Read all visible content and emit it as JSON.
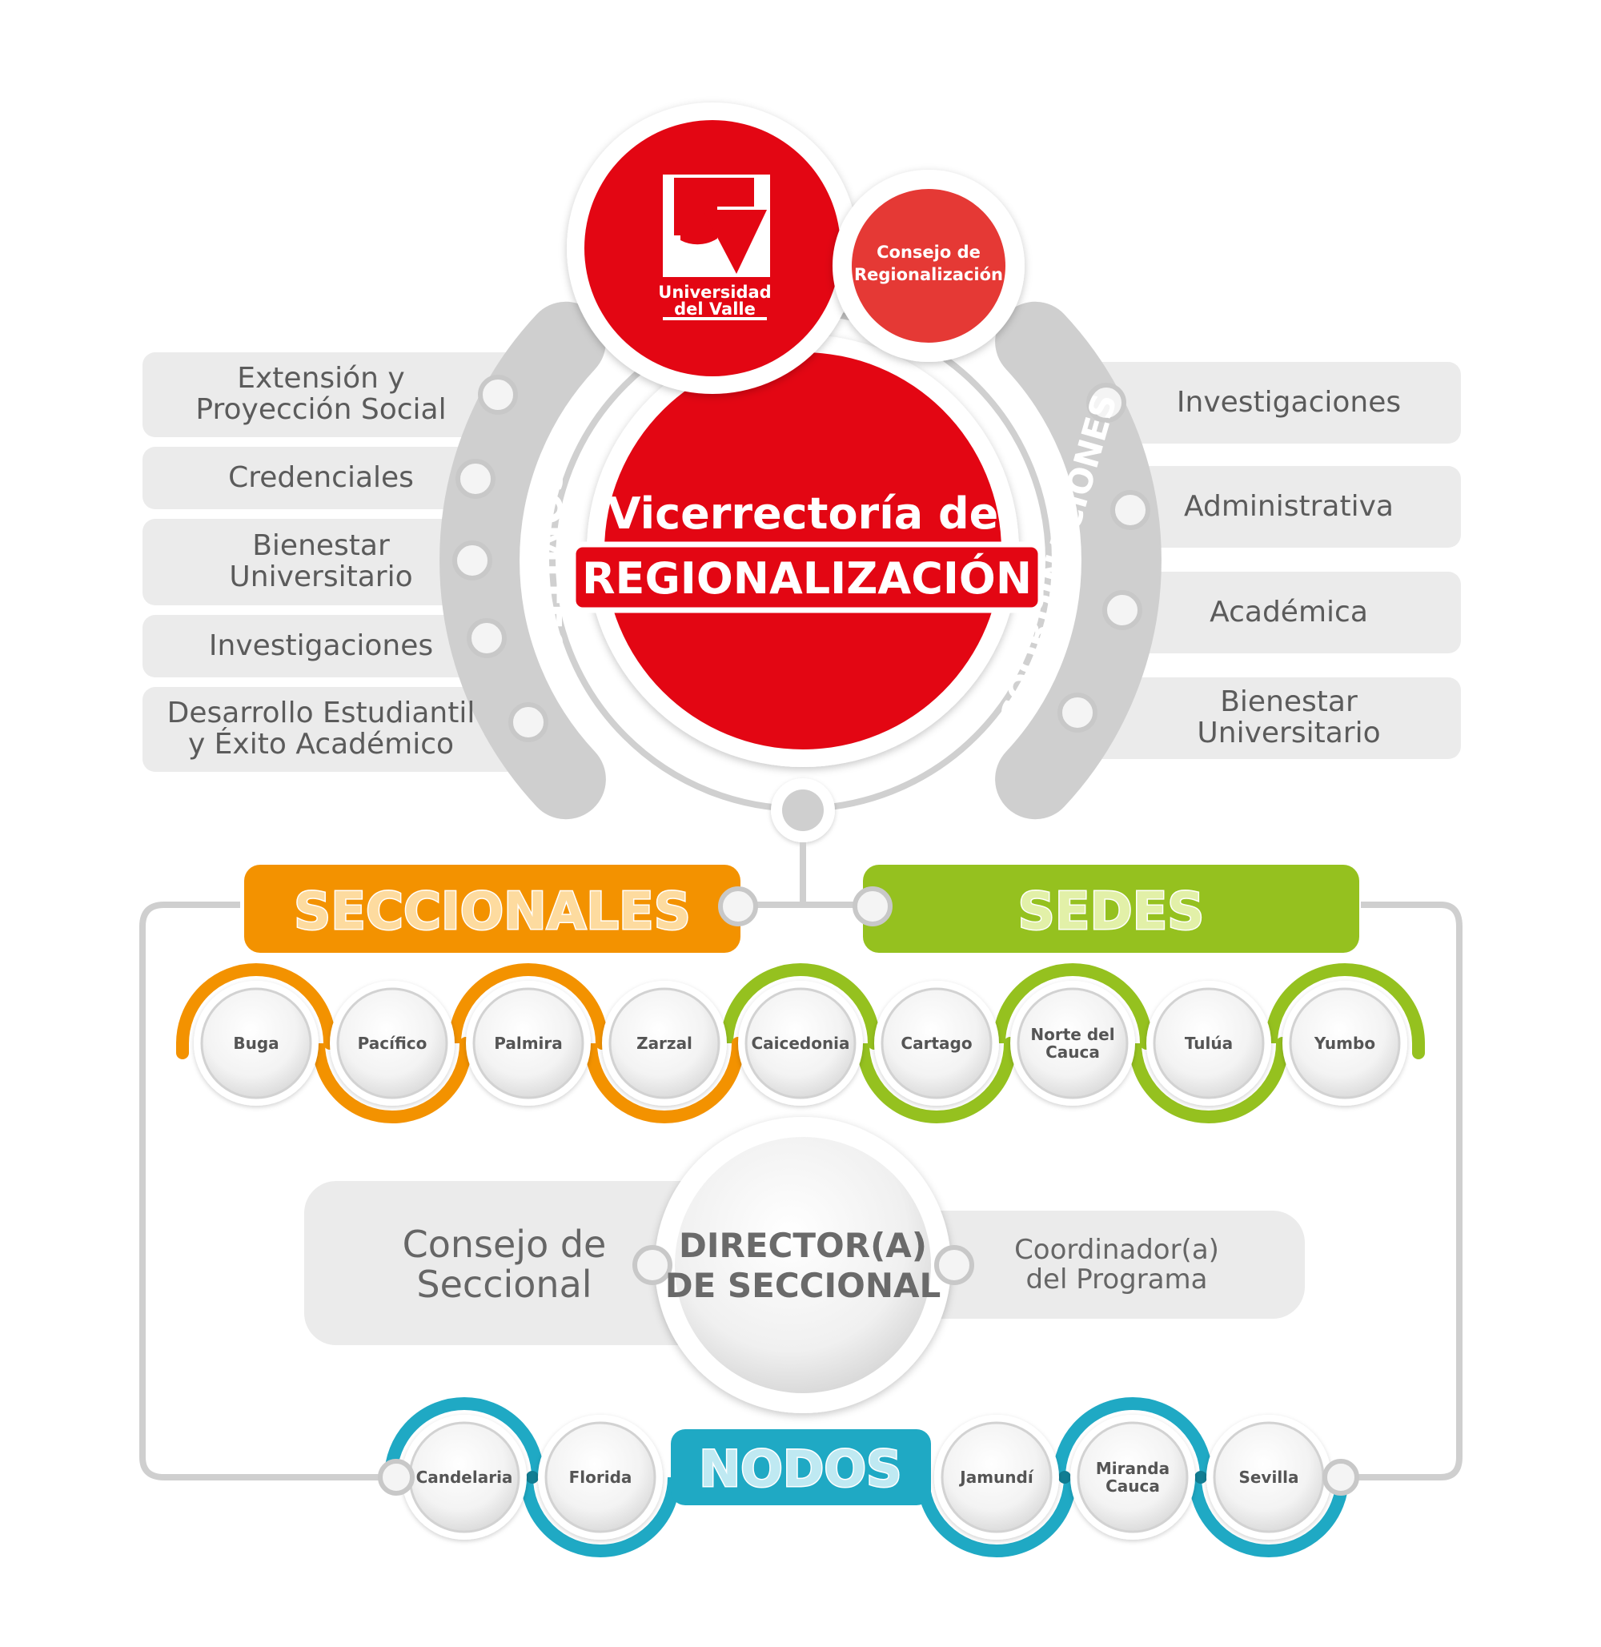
{
  "logo": {
    "text_line1": "Universidad",
    "text_line2": "del Valle"
  },
  "council": {
    "line1": "Consejo de",
    "line2": "Regionalización"
  },
  "center": {
    "line1": "Vicerrectoría de",
    "line2": "REGIONALIZACIÓN"
  },
  "comites": {
    "label": "COMITÉS",
    "items": [
      {
        "line1": "Extensión y",
        "line2": "Proyección Social"
      },
      {
        "line1": "Credenciales",
        "line2": ""
      },
      {
        "line1": "Bienestar",
        "line2": "Universitario"
      },
      {
        "line1": "Investigaciones",
        "line2": ""
      },
      {
        "line1": "Desarrollo Estudiantil",
        "line2": "y Éxito Académico"
      }
    ]
  },
  "coordinaciones": {
    "label": "COORDINACIONES",
    "items": [
      {
        "line1": "Investigaciones",
        "line2": ""
      },
      {
        "line1": "Administrativa",
        "line2": ""
      },
      {
        "line1": "Académica",
        "line2": ""
      },
      {
        "line1": "Bienestar",
        "line2": "Universitario"
      }
    ]
  },
  "seccionales": {
    "label": "SECCIONALES",
    "items": [
      {
        "line1": "Buga",
        "line2": ""
      },
      {
        "line1": "Pacífico",
        "line2": ""
      },
      {
        "line1": "Palmira",
        "line2": ""
      },
      {
        "line1": "Zarzal",
        "line2": ""
      }
    ]
  },
  "sedes": {
    "label": "SEDES",
    "items": [
      {
        "line1": "Caicedonia",
        "line2": ""
      },
      {
        "line1": "Cartago",
        "line2": ""
      },
      {
        "line1": "Norte del",
        "line2": "Cauca"
      },
      {
        "line1": "Tulúa",
        "line2": ""
      },
      {
        "line1": "Yumbo",
        "line2": ""
      }
    ]
  },
  "director": {
    "line1": "DIRECTOR(A)",
    "line2": "DE SECCIONAL",
    "left_line1": "Consejo de",
    "left_line2": "Seccional",
    "right_line1": "Coordinador(a)",
    "right_line2": "del Programa"
  },
  "nodos": {
    "label": "NODOS",
    "items": [
      {
        "line1": "Candelaria",
        "line2": ""
      },
      {
        "line1": "Florida",
        "line2": ""
      },
      {
        "line1": "Jamundí",
        "line2": ""
      },
      {
        "line1": "Miranda",
        "line2": "Cauca"
      },
      {
        "line1": "Sevilla",
        "line2": ""
      }
    ]
  },
  "colors": {
    "red": "#e30613",
    "orange": "#f39200",
    "green": "#95c11f",
    "teal": "#1fa9c4",
    "gray_band": "#cfcfcf",
    "tab_bg": "#ebebeb",
    "text": "#5b5b5b"
  }
}
